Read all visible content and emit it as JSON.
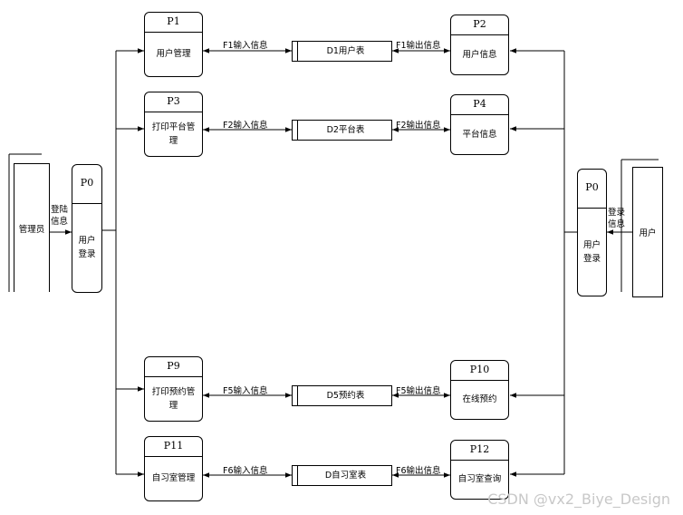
{
  "entities": {
    "admin": "管理员",
    "user": "用户"
  },
  "admin_login": {
    "id": "P0",
    "name": "用户登录",
    "flow_label": "登陆信息"
  },
  "user_login": {
    "id": "P0",
    "name": "用户登录",
    "flow_label": "登录信息"
  },
  "rows": [
    {
      "left": {
        "id": "P1",
        "name": "用户管理"
      },
      "in_flow": "F1输入信息",
      "store": "D1用户表",
      "out_flow": "F1输出信息",
      "right": {
        "id": "P2",
        "name": "用户信息"
      }
    },
    {
      "left": {
        "id": "P3",
        "name": "打印平台管理"
      },
      "in_flow": "F2输入信息",
      "store": "D2平台表",
      "out_flow": "F2输出信息",
      "right": {
        "id": "P4",
        "name": "平台信息"
      }
    },
    {
      "left": {
        "id": "P9",
        "name": "打印预约管理"
      },
      "in_flow": "F5输入信息",
      "store": "D5预约表",
      "out_flow": "F5输出信息",
      "right": {
        "id": "P10",
        "name": "在线预约"
      }
    },
    {
      "left": {
        "id": "P11",
        "name": "自习室管理"
      },
      "in_flow": "F6输入信息",
      "store": "D自习室表",
      "out_flow": "F6输出信息",
      "right": {
        "id": "P12",
        "name": "自习室查询"
      }
    }
  ],
  "watermark": "CSDN @vx2_Biye_Design"
}
